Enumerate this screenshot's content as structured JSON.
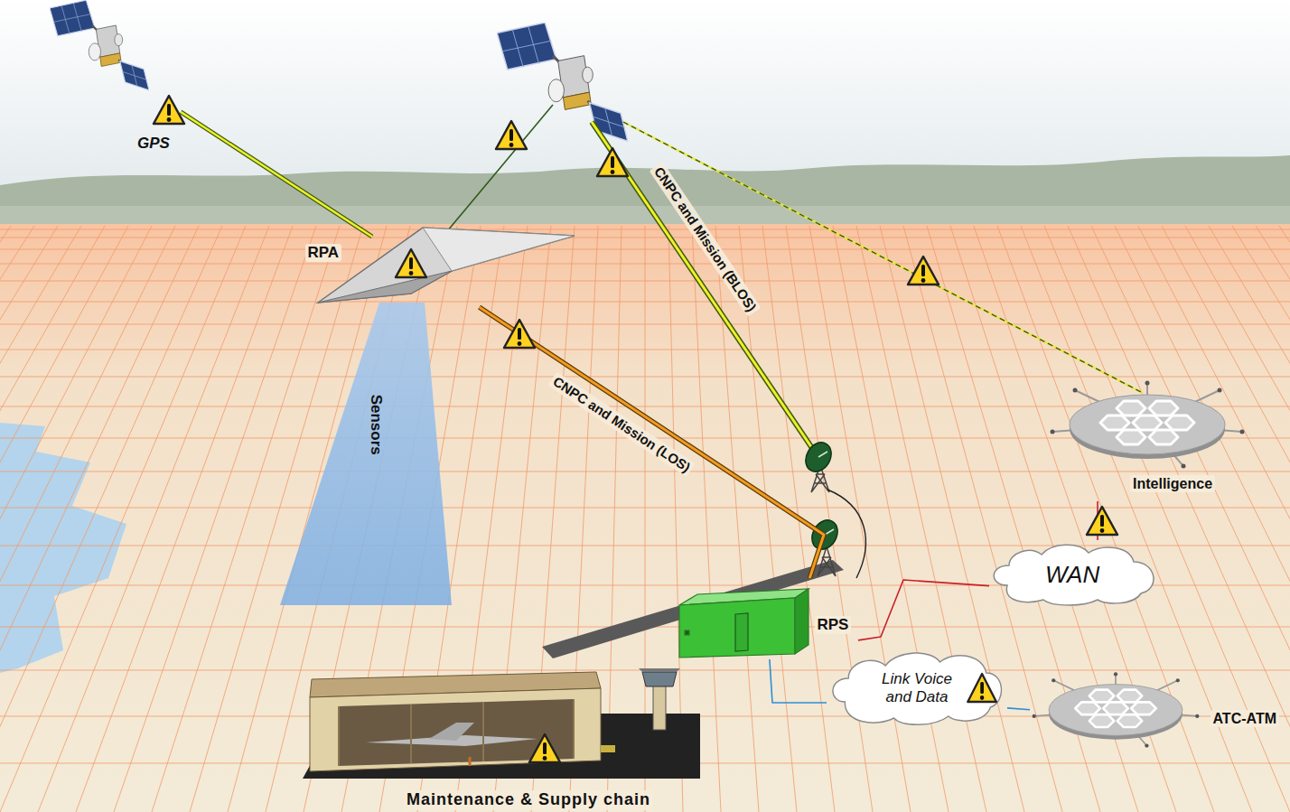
{
  "diagram": {
    "nodes": [
      {
        "text": [
          "GPS"
        ]
      },
      {
        "text": [
          "RPA"
        ]
      },
      {
        "text": [
          "Sensors"
        ]
      },
      {
        "text": [
          "RPS"
        ]
      },
      {
        "text": [
          "Intelligence"
        ]
      },
      {
        "text": [
          "WAN"
        ]
      },
      {
        "text": [
          "Link Voice and Data"
        ]
      },
      {
        "text": [
          "ATC-ATM"
        ]
      },
      {
        "text": [
          "Maintenance & Supply chain"
        ]
      }
    ],
    "edges": [
      {
        "from": 0,
        "to": 1,
        "arrow": "none"
      },
      {
        "from": 1,
        "to": 3,
        "label": "CNPC and Mission (LOS)",
        "arrow": "none"
      },
      {
        "from": 4,
        "to": 5,
        "arrow": "none"
      },
      {
        "from": 5,
        "to": 3,
        "arrow": "none"
      },
      {
        "from": 3,
        "to": 6,
        "arrow": "none"
      },
      {
        "from": 6,
        "to": 7,
        "arrow": "none"
      }
    ],
    "labels": [
      "CNPC and Mission (BLOS)"
    ]
  }
}
